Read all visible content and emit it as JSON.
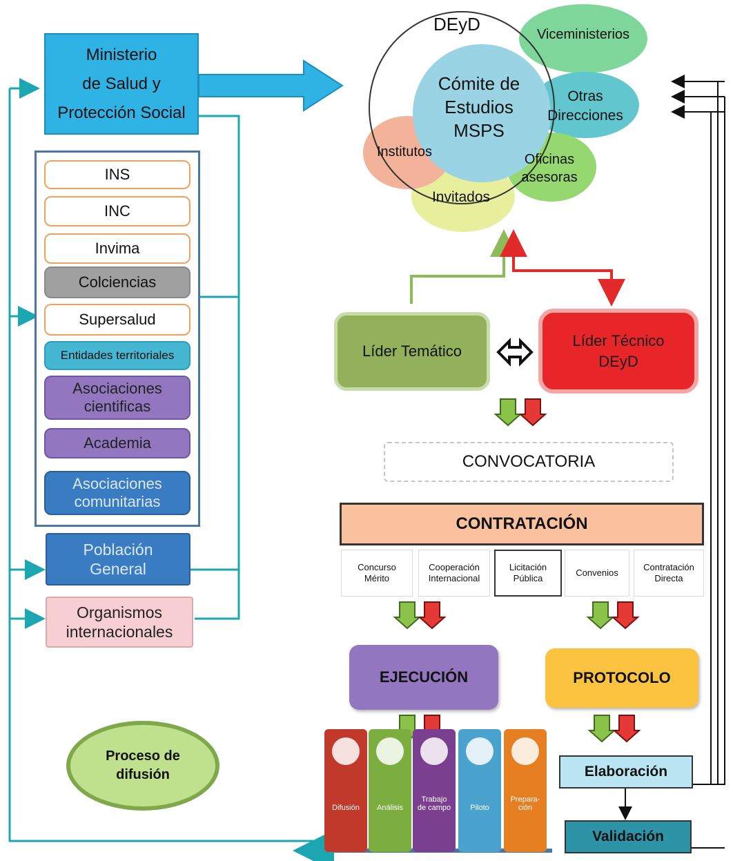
{
  "ministerio": "Ministerio\nde Salud y\nProtección Social",
  "entidades": [
    {
      "label": "INS"
    },
    {
      "label": "INC"
    },
    {
      "label": "Invima"
    },
    {
      "label": "Colciencias"
    },
    {
      "label": "Supersalud"
    },
    {
      "label": "Entidades territoriales"
    },
    {
      "label": "Asociaciones\ncientificas"
    },
    {
      "label": "Academia"
    },
    {
      "label": "Asociaciones\ncomunitarias"
    }
  ],
  "poblacion": "Población\nGeneral",
  "organismos": "Organismos\ninternacionales",
  "comite": {
    "deyd": "DEyD",
    "center": "Cómite de\nEstudios\nMSPS",
    "viceministerios": "Viceministerios",
    "otras": "Otras\nDirecciones",
    "institutos": "Institutos",
    "oficinas": "Oficinas\nasesoras",
    "invitados": "Invitados"
  },
  "lider_tematico": "Líder Temático",
  "lider_tecnico": "Líder Técnico\nDEyD",
  "convocatoria": "CONVOCATORIA",
  "contratacion": "CONTRATACIÓN",
  "modalidades": [
    {
      "label": "Concurso\nMérito"
    },
    {
      "label": "Cooperación\nInternacional"
    },
    {
      "label": "Licitación\nPública"
    },
    {
      "label": "Convenios"
    },
    {
      "label": "Contratación\nDirecta"
    }
  ],
  "ejecucion": "EJECUCIÓN",
  "protocolo": "PROTOCOLO",
  "proceso_difusion": "Proceso de\ndifusión",
  "fases": [
    {
      "label": "Difusión",
      "color": "#c0392b"
    },
    {
      "label": "Análisis",
      "color": "#7cae3f"
    },
    {
      "label": "Trabajo\nde campo",
      "color": "#7b3f8f"
    },
    {
      "label": "Piloto",
      "color": "#4aa3cf"
    },
    {
      "label": "Prepara-\nción",
      "color": "#e67e22"
    }
  ],
  "elaboracion": "Elaboración",
  "validacion": "Validación",
  "colors": {
    "ministerio": "#2fb3e5",
    "lider_tematico": "#93b15a",
    "lider_tecnico": "#e8262a",
    "contratacion": "#f9c19e",
    "ejecucion": "#9277c0",
    "protocolo": "#fcc340",
    "connector_teal": "#1ba6b2",
    "connector_green": "#8dbb5a",
    "connector_red": "#e22a2a"
  }
}
